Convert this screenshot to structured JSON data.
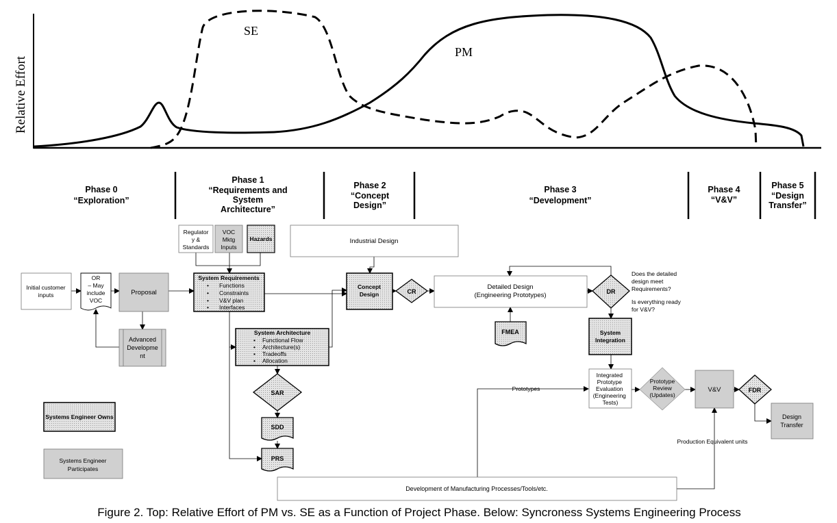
{
  "chart": {
    "ylabel": "Relative Effort",
    "series": [
      {
        "name": "SE",
        "style": "dashed"
      },
      {
        "name": "PM",
        "style": "solid"
      }
    ]
  },
  "phases": [
    {
      "name": "Phase 0",
      "subtitle_lines": [
        "“Exploration”"
      ]
    },
    {
      "name": "Phase 1",
      "subtitle_lines": [
        "“Requirements and",
        "System",
        "Architecture”"
      ]
    },
    {
      "name": "Phase 2",
      "subtitle_lines": [
        "“Concept",
        "Design”"
      ]
    },
    {
      "name": "Phase 3",
      "subtitle_lines": [
        "“Development”"
      ]
    },
    {
      "name": "Phase 4",
      "subtitle_lines": [
        "“V&V”"
      ]
    },
    {
      "name": "Phase 5",
      "subtitle_lines": [
        "“Design",
        "Transfer”"
      ]
    }
  ],
  "process": {
    "regulatory": [
      "Regulator",
      "y &",
      "Standards"
    ],
    "voc_inputs": [
      "VOC",
      "Mktg",
      "Inputs"
    ],
    "hazards": "Hazards",
    "industrial_design": "Industrial Design",
    "initial_inputs": [
      "Initial customer",
      "inputs"
    ],
    "or_doc": [
      "OR",
      "– May",
      "include",
      "VOC"
    ],
    "proposal": "Proposal",
    "advanced_dev": [
      "Advanced",
      "Developme",
      "nt"
    ],
    "system_requirements": {
      "title": "System Requirements",
      "items": [
        "Functions",
        "Constraints",
        "V&V plan",
        "Interfaces"
      ]
    },
    "system_architecture": {
      "title": "System Architecture",
      "items": [
        "Functional Flow",
        "Architecture(s)",
        "Tradeoffs",
        "Allocation"
      ]
    },
    "concept_design": [
      "Concept",
      "Design"
    ],
    "cr": "CR",
    "detailed_design": [
      "Detailed Design",
      "(Engineering Prototypes)"
    ],
    "dr": "DR",
    "dr_note1": [
      "Does the detailed",
      "design meet",
      "Requirements?"
    ],
    "dr_note2": [
      "Is everything ready",
      "for V&V?"
    ],
    "fmea": "FMEA",
    "system_integration": [
      "System",
      "Integration"
    ],
    "sar": "SAR",
    "sdd": "SDD",
    "prs": "PRS",
    "integrated_eval": [
      "Integrated",
      "Prototype",
      "Evaluation",
      "(Engineering",
      "Tests)"
    ],
    "prototype_review": [
      "Prototype",
      "Review",
      "(Updates)"
    ],
    "vv": "V&V",
    "fdr": "FDR",
    "design_transfer": [
      "Design",
      "Transfer"
    ],
    "prototypes_label": "Prototypes",
    "production_label": "Production Equivalent units",
    "manufacturing": "Development of Manufacturing Processes/Tools/etc.",
    "legend_owns": "Systems Engineer Owns",
    "legend_participates": [
      "Systems Engineer",
      "Participates"
    ]
  },
  "caption": "Figure 2. Top: Relative Effort of PM vs. SE as a Function of Project Phase. Below: Syncroness Systems Engineering Process",
  "colors": {
    "grey_fill": "#d0d0d0",
    "hatch_fill": "#dcdcdc",
    "line": "#000000"
  }
}
